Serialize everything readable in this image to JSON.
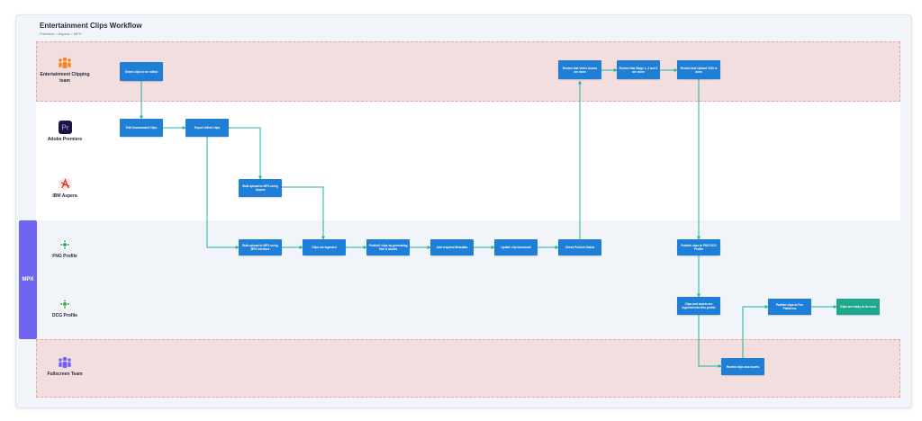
{
  "title": "Entertainment Clips Workflow",
  "subtitle": "Premiere > Aspera > MPX",
  "group_label": "MPX",
  "colors": {
    "node": "#1f7fd6",
    "node_final": "#1ea88d",
    "edge": "#20b3a0",
    "mpx_band": "#7065f0",
    "lane_pink": "#f2dede"
  },
  "lanes": [
    {
      "label": "Entertainment Clipping team",
      "icon": "team-icon"
    },
    {
      "label": "Adobe Premiere",
      "icon": "premiere-icon"
    },
    {
      "label": "IBM Aspera",
      "icon": "aspera-icon"
    },
    {
      "label": "FNG Profile",
      "icon": "profile-icon"
    },
    {
      "label": "DCG Profile",
      "icon": "profile-icon"
    },
    {
      "label": "Fullscreen Team",
      "icon": "team-icon"
    }
  ],
  "nodes": [
    {
      "id": "n1",
      "label": "Select clips to be edited"
    },
    {
      "id": "n2",
      "label": "Edit Downloaded Clips"
    },
    {
      "id": "n3",
      "label": "Export edited clips"
    },
    {
      "id": "n4",
      "label": "Bulk upload to MPX using Aspera"
    },
    {
      "id": "n5",
      "label": "Bulk upload to MPX using MPX interface"
    },
    {
      "id": "n6",
      "label": "Clips are ingested"
    },
    {
      "id": "n7",
      "label": "'Publish' clips by generating files & assets"
    },
    {
      "id": "n8",
      "label": "Add required Metadata"
    },
    {
      "id": "n9",
      "label": "Update clip thumbnail"
    },
    {
      "id": "n10",
      "label": "Check Publish Status"
    },
    {
      "id": "n11",
      "label": "Review that Video Assets are done"
    },
    {
      "id": "n12",
      "label": "Review that Stage 1, 2 and 3 are done"
    },
    {
      "id": "n13",
      "label": "Review that Upload VOD is done"
    },
    {
      "id": "n14",
      "label": "Publish clips to FNG DCG Profile"
    },
    {
      "id": "n15",
      "label": "Clips and assets are ingested into this profile"
    },
    {
      "id": "n16",
      "label": "Review clips and assets"
    },
    {
      "id": "n17",
      "label": "Publish clips to Fox Platforms"
    },
    {
      "id": "n18",
      "label": "Clips are ready to be used"
    }
  ],
  "edges": [
    [
      "n1",
      "n2"
    ],
    [
      "n2",
      "n3"
    ],
    [
      "n3",
      "n4"
    ],
    [
      "n3",
      "n5"
    ],
    [
      "n4",
      "n6"
    ],
    [
      "n5",
      "n6"
    ],
    [
      "n6",
      "n7"
    ],
    [
      "n7",
      "n8"
    ],
    [
      "n8",
      "n9"
    ],
    [
      "n9",
      "n10"
    ],
    [
      "n10",
      "n11"
    ],
    [
      "n11",
      "n12"
    ],
    [
      "n12",
      "n13"
    ],
    [
      "n13",
      "n14"
    ],
    [
      "n14",
      "n15"
    ],
    [
      "n15",
      "n16"
    ],
    [
      "n16",
      "n17"
    ],
    [
      "n17",
      "n18"
    ]
  ]
}
